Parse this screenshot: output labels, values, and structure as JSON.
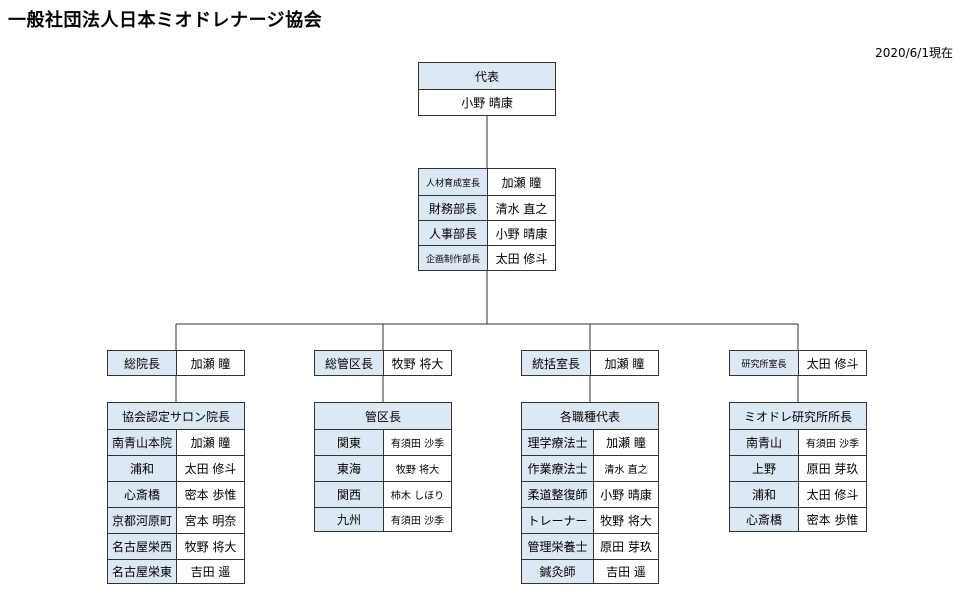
{
  "title": "一般社団法人日本ミオドレナージ協会",
  "date": "2020/6/1現在",
  "rep": {
    "label": "代表",
    "name": "小野 晴康"
  },
  "managers": [
    {
      "role": "人材育成室長",
      "name": "加瀬 瞳"
    },
    {
      "role": "財務部長",
      "name": "清水 直之"
    },
    {
      "role": "人事部長",
      "name": "小野 晴康"
    },
    {
      "role": "企画制作部長",
      "name": "太田 修斗"
    }
  ],
  "divisions": [
    {
      "head_role": "総院長",
      "head_name": "加瀬 瞳",
      "group_title": "協会認定サロン院長",
      "rows": [
        {
          "k": "南青山本院",
          "v": "加瀬 瞳"
        },
        {
          "k": "浦和",
          "v": "太田 修斗"
        },
        {
          "k": "心斎橋",
          "v": "密本 歩惟"
        },
        {
          "k": "京都河原町",
          "v": "宮本 明奈"
        },
        {
          "k": "名古屋栄西",
          "v": "牧野 将大"
        },
        {
          "k": "名古屋栄東",
          "v": "吉田 遥"
        }
      ]
    },
    {
      "head_role": "総管区長",
      "head_name": "牧野 将大",
      "group_title": "管区長",
      "rows": [
        {
          "k": "関東",
          "v": "有須田 沙季"
        },
        {
          "k": "東海",
          "v": "牧野 将大"
        },
        {
          "k": "関西",
          "v": "柿木 しほり"
        },
        {
          "k": "九州",
          "v": "有須田 沙季"
        }
      ]
    },
    {
      "head_role": "統括室長",
      "head_name": "加瀬 瞳",
      "group_title": "各職種代表",
      "rows": [
        {
          "k": "理学療法士",
          "v": "加瀬 瞳"
        },
        {
          "k": "作業療法士",
          "v": "清水 直之"
        },
        {
          "k": "柔道整復師",
          "v": "小野 晴康"
        },
        {
          "k": "トレーナー",
          "v": "牧野 将大"
        },
        {
          "k": "管理栄養士",
          "v": "原田 芽玖"
        },
        {
          "k": "鍼灸師",
          "v": "吉田 遥"
        }
      ]
    },
    {
      "head_role": "研究所室長",
      "head_name": "太田 修斗",
      "group_title": "ミオドレ研究所所長",
      "rows": [
        {
          "k": "南青山",
          "v": "有須田 沙季"
        },
        {
          "k": "上野",
          "v": "原田 芽玖"
        },
        {
          "k": "浦和",
          "v": "太田 修斗"
        },
        {
          "k": "心斎橋",
          "v": "密本 歩惟"
        }
      ]
    }
  ]
}
